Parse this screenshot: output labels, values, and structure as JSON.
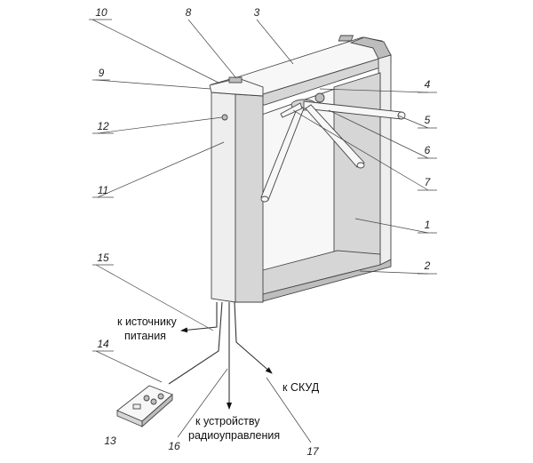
{
  "callouts": [
    {
      "id": "1",
      "text": "1"
    },
    {
      "id": "2",
      "text": "2"
    },
    {
      "id": "3",
      "text": "3"
    },
    {
      "id": "4",
      "text": "4"
    },
    {
      "id": "5",
      "text": "5"
    },
    {
      "id": "6",
      "text": "6"
    },
    {
      "id": "7",
      "text": "7"
    },
    {
      "id": "8",
      "text": "8"
    },
    {
      "id": "9",
      "text": "9"
    },
    {
      "id": "10",
      "text": "10"
    },
    {
      "id": "11",
      "text": "11"
    },
    {
      "id": "12",
      "text": "12"
    },
    {
      "id": "13",
      "text": "13"
    },
    {
      "id": "14",
      "text": "14"
    },
    {
      "id": "15",
      "text": "15"
    },
    {
      "id": "16",
      "text": "16"
    },
    {
      "id": "17",
      "text": "17"
    }
  ],
  "labels": {
    "power_line1": "к источнику",
    "power_line2": "питания",
    "acs": "к СКУД",
    "radio_line1": "к устройству",
    "radio_line2": "радиоуправления"
  }
}
